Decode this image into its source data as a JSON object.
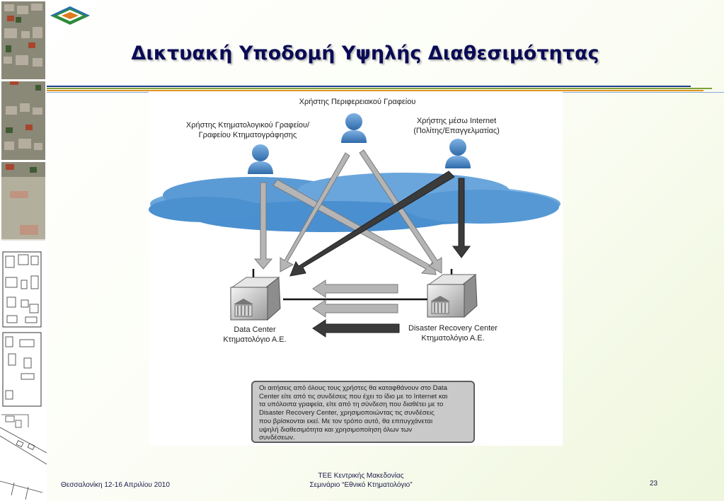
{
  "slide": {
    "title": "Δικτυακή Υποδομή Υψηλής Διαθεσιμότητας"
  },
  "diagram": {
    "user_regional": "Χρήστης Περιφερειακού Γραφείου",
    "user_cadastral_line1": "Χρήστης Κτηματολογικού Γραφείου/",
    "user_cadastral_line2": "Γραφείου Κτηματογράφησης",
    "user_internet_line1": "Χρήστης μέσω Internet",
    "user_internet_line2": "(Πολίτης/Επαγγελματίας)",
    "dc_line1": "Data Center",
    "dc_line2": "Κτηματολόγιο Α.Ε.",
    "dr_line1": "Disaster Recovery Center",
    "dr_line2": "Κτηματολόγιο Α.Ε.",
    "note_lines": [
      "Οι αιτήσεις από όλους τους χρήστες θα καταφθάνουν στο Data",
      "Center είτε από τις συνδέσεις που έχει το ίδιο με το Internet και",
      "τα υπόλοιπα γραφεία, είτε από τη σύνδεση που διαθέτει με το",
      "Disaster Recovery Center, χρησιμοποιώντας τις συνδέσεις",
      "που βρίσκονται εκεί. Με τον τρόπο αυτό, θα επιτυγχάνεται",
      "υψηλή διαθεσιμότητα και χρησιμοποίηση όλων των",
      "συνδέσεων."
    ]
  },
  "footer": {
    "left": "Θεσσαλονίκη 12-16 Απριλίου 2010",
    "center_line1": "ΤΕΕ Κεντρικής Μακεδονίας",
    "center_line2": "Σεμινάριο “Εθνικό Κτηματολόγιο”",
    "page_number": "23"
  },
  "colors": {
    "title": "#0a0a55",
    "rule_blue": "#1f3f8a",
    "rule_green": "#7da23a",
    "rule_orange": "#e3931f",
    "cloud": "#5b9bd5",
    "user_icon": "#4a84c4"
  },
  "icons": [
    "logo-icon",
    "user-icon",
    "cloud-icon",
    "server-icon"
  ]
}
